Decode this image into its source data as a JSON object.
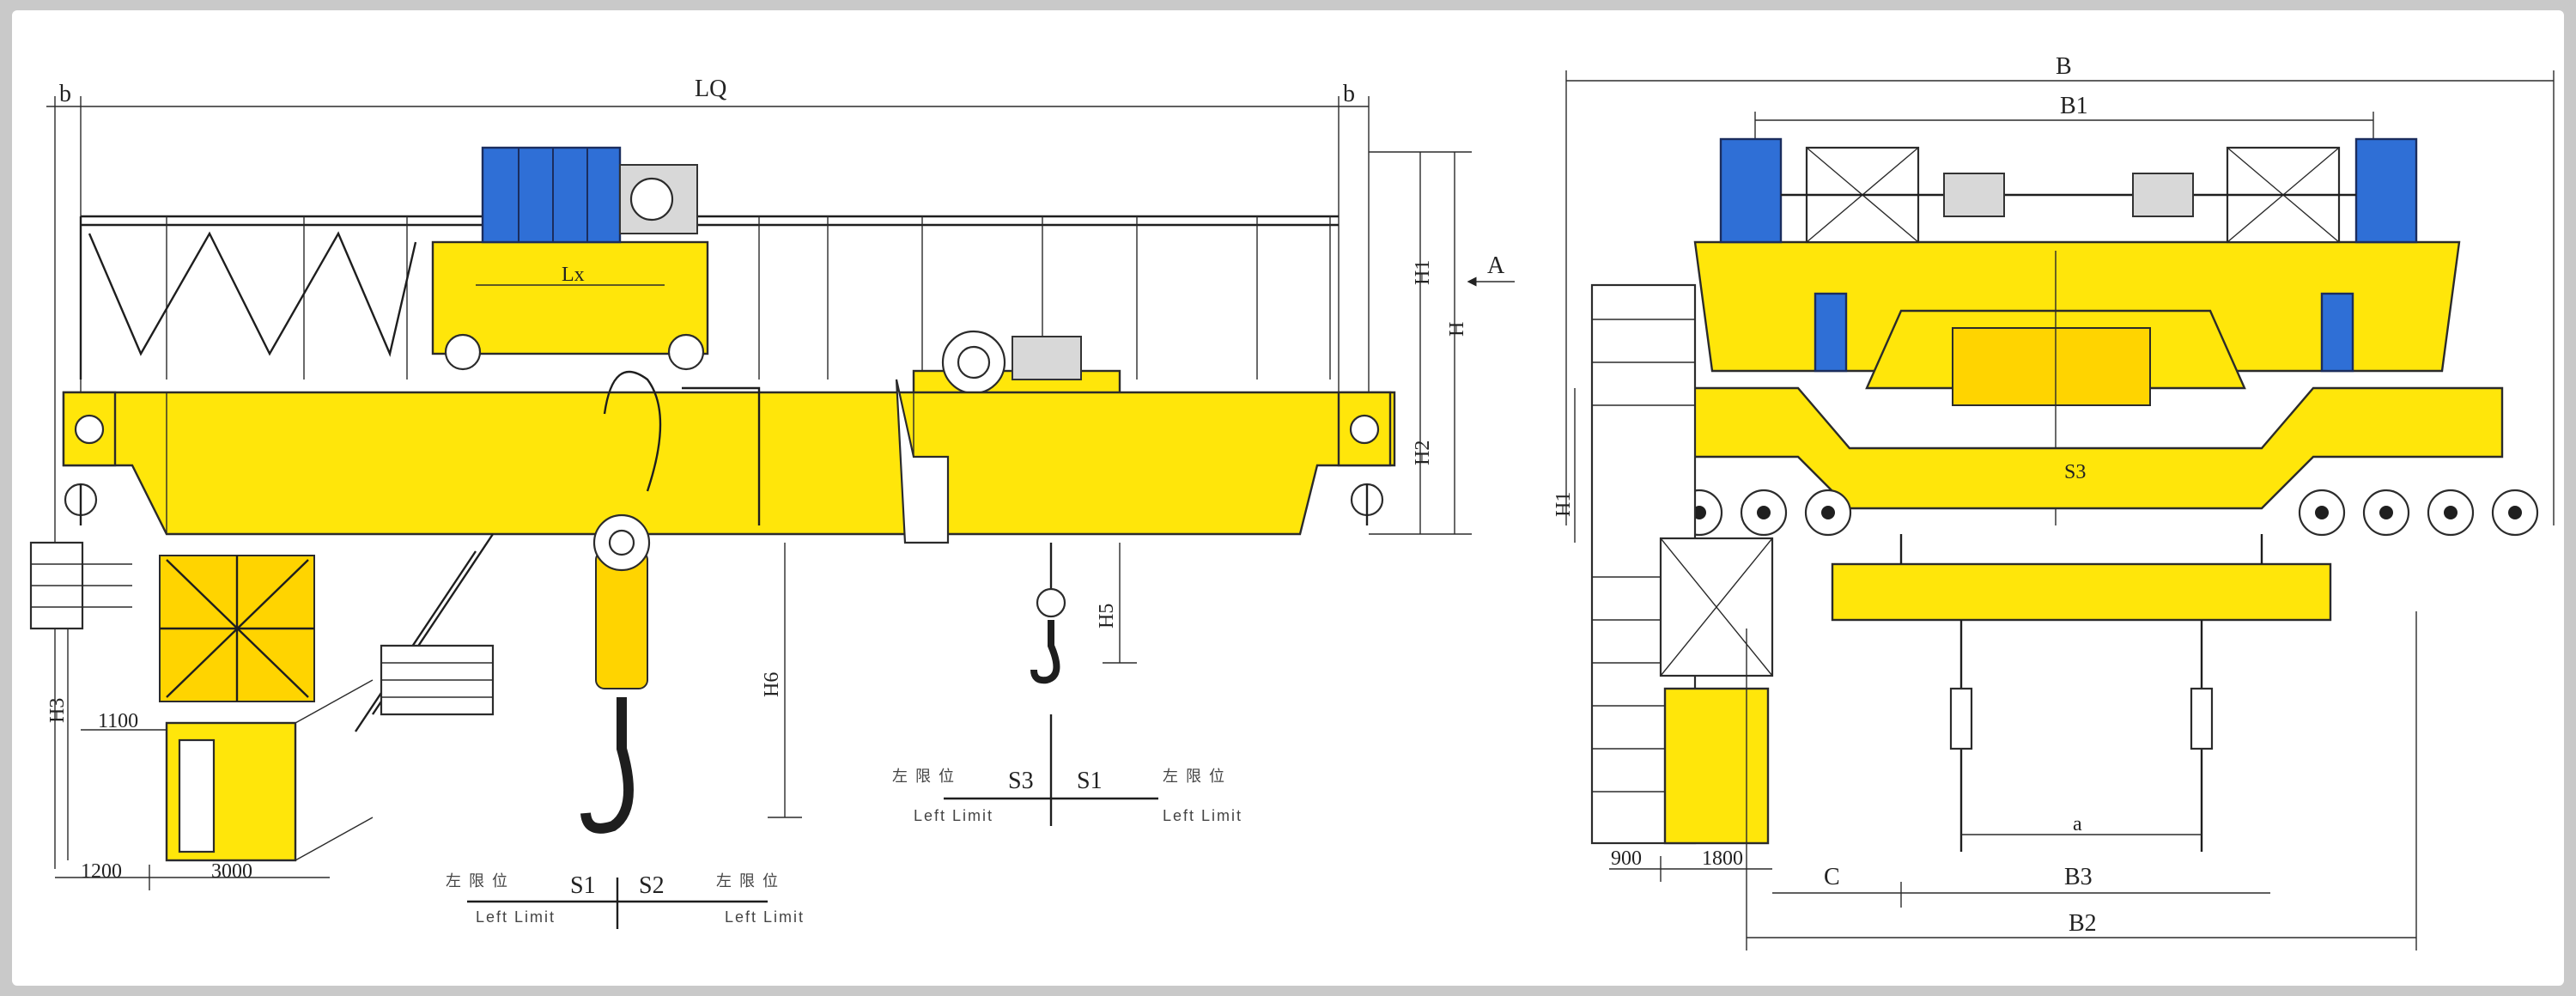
{
  "drawing": {
    "side_view": {
      "span_label": "LQ",
      "end_dim_left": "b",
      "end_dim_right": "b",
      "trolley_wheelbase": "Lx",
      "heights": {
        "h1": "H1",
        "h": "H",
        "h2": "H2",
        "h3": "H3",
        "h5": "H5",
        "h6": "H6"
      },
      "view_marker": "A",
      "cab_dims": {
        "w_1200": "1200",
        "w_3000": "3000",
        "h_1100": "1100"
      },
      "main_hook_limits": {
        "s1": "S1",
        "s2": "S2",
        "left_label": "Left Limit",
        "right_label": "Left Limit",
        "left_glyphs": "左 限 位",
        "right_glyphs": "左 限 位"
      },
      "aux_hook_limits": {
        "s3": "S3",
        "s1": "S1",
        "left_label": "Left Limit",
        "right_label": "Left Limit",
        "left_glyphs": "左 限 位",
        "right_glyphs": "左 限 位"
      }
    },
    "end_view": {
      "overall_width": "B",
      "trolley_width": "B1",
      "h1": "H1",
      "w_900": "900",
      "w_1800": "1800",
      "c_dim": "C",
      "b3_dim": "B3",
      "b2_dim": "B2",
      "hook_gap": "a",
      "s3_center": "S3"
    }
  },
  "colors": {
    "structure": "#ffe60a",
    "motor": "#2f6fd6",
    "line": "#1e1e1e"
  }
}
